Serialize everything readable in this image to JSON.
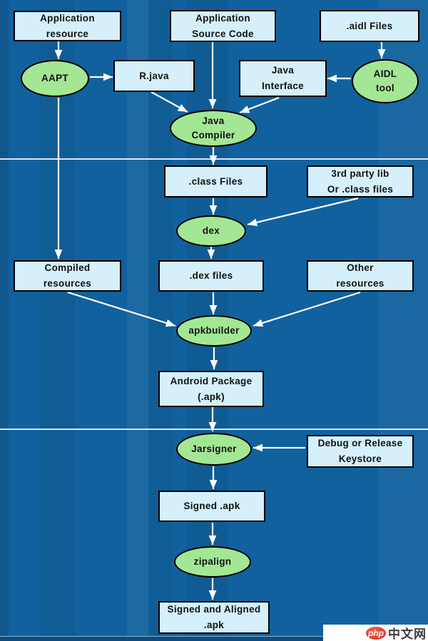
{
  "diagram": {
    "boxes": {
      "app_resource": {
        "line1": "Application",
        "line2": "resource"
      },
      "app_source": {
        "line1": "Application",
        "line2": "Source Code"
      },
      "aidl_files": {
        "line1": ".aidl Files"
      },
      "rjava": {
        "line1": "R.java"
      },
      "java_interface": {
        "line1": "Java",
        "line2": "Interface"
      },
      "class_files": {
        "line1": ".class Files"
      },
      "third_party": {
        "line1": "3rd party lib",
        "line2": "Or .class files"
      },
      "compiled_resources": {
        "line1": "Compiled",
        "line2": "resources"
      },
      "dex_files": {
        "line1": ".dex files"
      },
      "other_resources": {
        "line1": "Other",
        "line2": "resources"
      },
      "android_package": {
        "line1": "Android Package",
        "line2": "(.apk)"
      },
      "keystore": {
        "line1": "Debug or Release",
        "line2": "Keystore"
      },
      "signed_apk": {
        "line1": "Signed .apk"
      },
      "signed_aligned": {
        "line1": "Signed and Aligned",
        "line2": ".apk"
      }
    },
    "ellipses": {
      "aapt": {
        "line1": "AAPT"
      },
      "aidl_tool": {
        "line1": "AIDL",
        "line2": "tool"
      },
      "java_compiler": {
        "line1": "Java",
        "line2": "Compiler"
      },
      "dex": {
        "line1": "dex"
      },
      "apkbuilder": {
        "line1": "apkbuilder"
      },
      "jarsigner": {
        "line1": "Jarsigner"
      },
      "zipalign": {
        "line1": "zipalign"
      }
    },
    "colors": {
      "background": "#11619E",
      "box_fill": "#D5F0FA",
      "ellipse_fill": "#A3E795",
      "node_border": "#000000",
      "arrow": "#FFFFFF",
      "divider": "#DDE7EF"
    }
  },
  "watermark": {
    "badge": "php",
    "text": "中文网",
    "badge_color": "#D92B17",
    "text_color": "#3C3C40"
  }
}
